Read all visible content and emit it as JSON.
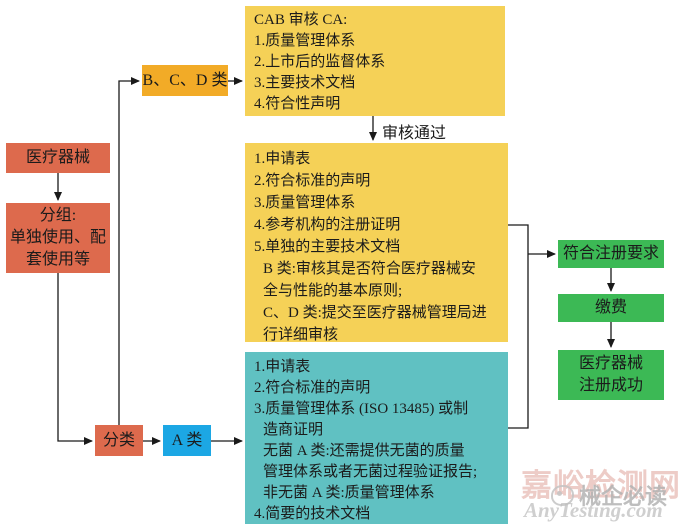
{
  "flow": {
    "med_device": {
      "label": "医疗器械"
    },
    "grouping": {
      "lines": [
        "分组:",
        "单独使用、配",
        "套使用等"
      ]
    },
    "classify": {
      "label": "分类"
    },
    "class_a": {
      "label": "A 类"
    },
    "class_bcd": {
      "label": "B、C、D 类"
    },
    "audit_pass_label": "审核通过",
    "cab_box": {
      "lines": [
        "CAB 审核 CA:",
        "1.质量管理体系",
        "2.上市后的监督体系",
        "3.主要技术文档",
        "4.符合性声明"
      ]
    },
    "bcd_requirements": {
      "lines": [
        "1.申请表",
        "2.符合标准的声明",
        "3.质量管理体系",
        "4.参考机构的注册证明",
        "5.单独的主要技术文档",
        "B 类:审核其是否符合医疗器械安",
        "全与性能的基本原则;",
        "C、D 类:提交至医疗器械管理局进",
        "行详细审核"
      ]
    },
    "a_requirements": {
      "lines": [
        "1.申请表",
        "2.符合标准的声明",
        "3.质量管理体系 (ISO 13485) 或制",
        "造商证明",
        "无菌 A 类:还需提供无菌的质量",
        "管理体系或者无菌过程验证报告;",
        "非无菌 A 类:质量管理体系",
        "4.简要的技术文档"
      ]
    },
    "register_ok": {
      "label": "符合注册要求"
    },
    "pay": {
      "label": "缴费"
    },
    "success": {
      "lines": [
        "医疗器械",
        "注册成功"
      ]
    }
  },
  "watermark": {
    "site_cn": "嘉峪检测网",
    "badge": "械企必读",
    "site_en": "AnyTesting.com"
  },
  "colors": {
    "salmon_node": "#dd6a4d",
    "orange_node": "#f2ab27",
    "blue_node": "#1ca7e4",
    "yellow_box": "#f5d157",
    "teal_box": "#60c1c2",
    "green_node": "#3cb955",
    "connector_line": "#1a1a1a",
    "watermark_red": "#e0a49b"
  }
}
